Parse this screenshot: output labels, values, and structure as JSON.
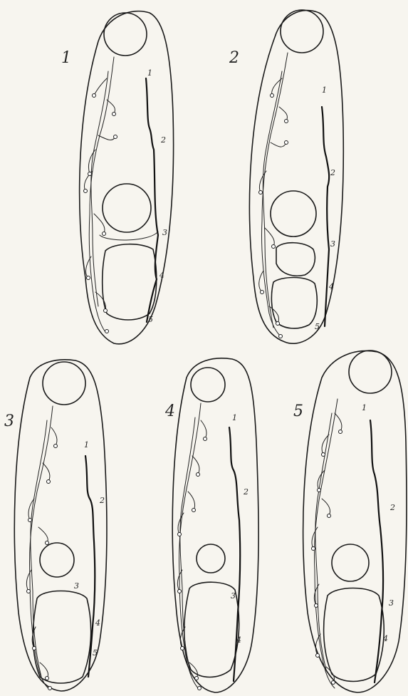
{
  "figures": [
    {
      "number": "1",
      "marks": [
        "1",
        "2",
        "3",
        "4",
        "5"
      ]
    },
    {
      "number": "2",
      "marks": [
        "1",
        "2",
        "3",
        "4",
        "5"
      ]
    },
    {
      "number": "3",
      "marks": [
        "1",
        "2",
        "3",
        "4",
        "5"
      ]
    },
    {
      "number": "4",
      "marks": [
        "1",
        "2",
        "3",
        "4"
      ]
    },
    {
      "number": "5",
      "marks": [
        "1",
        "2",
        "3",
        "4"
      ]
    }
  ]
}
